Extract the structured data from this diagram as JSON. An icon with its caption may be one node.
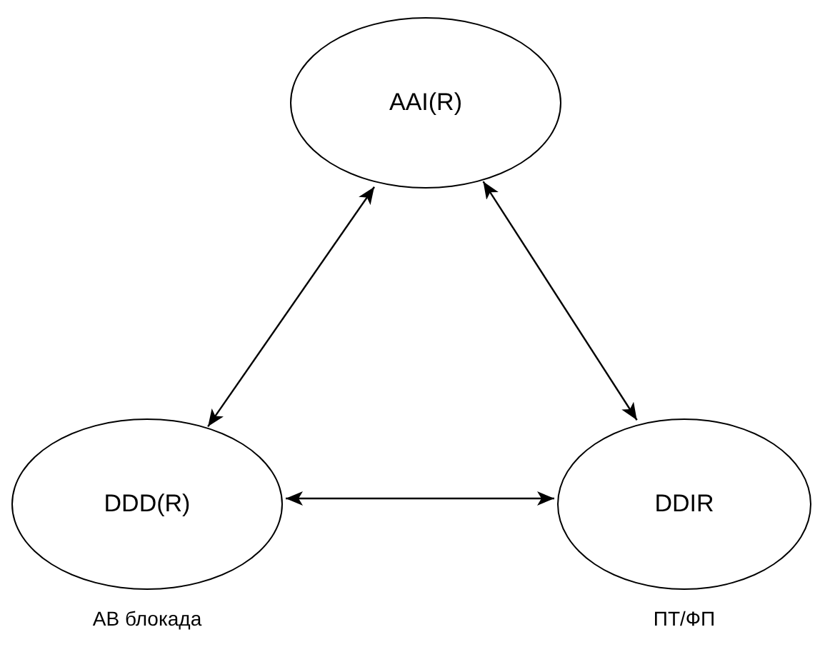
{
  "diagram": {
    "nodes": [
      {
        "text": [
          "AAI(R)"
        ]
      },
      {
        "text": [
          "DDD(R)"
        ],
        "beside": [
          "АВ блокада"
        ]
      },
      {
        "text": [
          "DDIR"
        ],
        "beside": [
          "ПТ/ФП"
        ]
      }
    ],
    "edges": [
      {
        "from": 0,
        "to": 1,
        "arrow": "both"
      },
      {
        "from": 0,
        "to": 2,
        "arrow": "both"
      },
      {
        "from": 1,
        "to": 2,
        "arrow": "both"
      }
    ]
  }
}
